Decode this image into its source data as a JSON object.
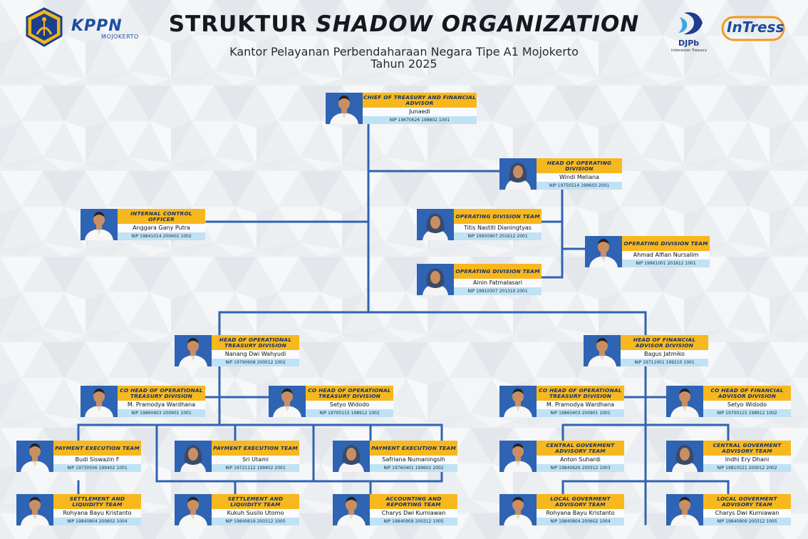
{
  "header": {
    "title_part1": "STRUKTUR",
    "title_part2": "SHADOW ORGANIZATION",
    "subtitle": "Kantor Pelayanan Perbendaharaan Negara Tipe A1 Mojokerto",
    "year": "Tahun 2025"
  },
  "logos": {
    "kppn_word": "KPPN",
    "kppn_city": "MOJOKERTO",
    "djpb_word": "DJPb",
    "djpb_sub": "Indonesian Treasury",
    "intress_word": "InTress"
  },
  "colors": {
    "connector": "#2f63b3",
    "title_box": "#f7b81e",
    "title_text": "#14306b",
    "nip_box": "#bfe2f4",
    "photo_bg": "#2f63b3"
  },
  "cards": [
    {
      "id": "chief",
      "title": "CHIEF OF TREASURY AND FINANCIAL ADVISOR",
      "name": "Junaedi",
      "nip": "NIP 19670626 198802 1001",
      "gender": "m"
    },
    {
      "id": "head-operating",
      "title": "HEAD OF OPERATING DIVISION",
      "name": "Windi Meliana",
      "nip": "NIP 19750514 199603 2001",
      "gender": "f"
    },
    {
      "id": "internal-control",
      "title": "INTERNAL CONTROL OFFICER",
      "name": "Anggara Gany Putra",
      "nip": "NIP 19841014 200602 1002",
      "gender": "m"
    },
    {
      "id": "op-team-titis",
      "title": "OPERATING DIVISION TEAM",
      "name": "Titis Nastiti Dianingtyas",
      "nip": "NIP 19950907 201612 2001",
      "gender": "f"
    },
    {
      "id": "op-team-ahmad",
      "title": "OPERATING DIVISION TEAM",
      "name": "Ahmad Alfian Nursalim",
      "nip": "NIP 19961001 201812 1001",
      "gender": "m"
    },
    {
      "id": "op-team-ainin",
      "title": "OPERATING DIVISION TEAM",
      "name": "Ainin Fatmalasari",
      "nip": "NIP 19910307 201310 2001",
      "gender": "f"
    },
    {
      "id": "head-opt",
      "title": "HEAD OF OPERATIONAL TREASURY DIVISION",
      "name": "Nanang Dwi Wahyudi",
      "nip": "NIP 19790608 200012 1002",
      "gender": "m"
    },
    {
      "id": "head-fa",
      "title": "HEAD OF FINANCIAL ADVISOR DIVISION",
      "name": "Bagus Jatmiko",
      "nip": "NIP 19711001 199210 1001",
      "gender": "m"
    },
    {
      "id": "cohead-opt-1",
      "title": "CO HEAD OF OPERATIONAL TREASURY DIVISION",
      "name": "M. Pramodya Wardhana",
      "nip": "NIP 19860403 200901 1001",
      "gender": "m"
    },
    {
      "id": "cohead-opt-2",
      "title": "CO HEAD OF OPERATIONAL TREASURY DIVISION",
      "name": "Setyo Widodo",
      "nip": "NIP 19700115 198912 1002",
      "gender": "m"
    },
    {
      "id": "cohead-opt-3",
      "title": "CO HEAD OF OPERATIONAL TREASURY DIVISION",
      "name": "M. Pramodya Wardhana",
      "nip": "NIP 19860403 200901 1001",
      "gender": "m"
    },
    {
      "id": "cohead-fa",
      "title": "CO HEAD OF FINANCIAL ADVISOR DIVISION",
      "name": "Setyo Widodo",
      "nip": "NIP 19700115 198912 1002",
      "gender": "m"
    },
    {
      "id": "pay-budi",
      "title": "PAYMENT EXECUTION TEAM",
      "name": "Budi Siswazin F",
      "nip": "NIP 19730506 199402 1001",
      "gender": "m"
    },
    {
      "id": "pay-sri",
      "title": "PAYMENT EXECUTION TEAM",
      "name": "Sri Utami",
      "nip": "NIP 19721112 199402 2001",
      "gender": "f"
    },
    {
      "id": "pay-safriana",
      "title": "PAYMENT EXECUTION TEAM",
      "name": "Safriana Numaningsih",
      "nip": "NIP 19760401 199602 2002",
      "gender": "f"
    },
    {
      "id": "central-anton",
      "title": "CENTRAL GOVERMENT ADVISORY TEAM",
      "name": "Anton Suhardi",
      "nip": "NIP 19840626 200312 1003",
      "gender": "m"
    },
    {
      "id": "central-indhi",
      "title": "CENTRAL GOVERMENT ADVISORY TEAM",
      "name": "Indhi Ery Dhani",
      "nip": "NIP 19810521 200012 2002",
      "gender": "f"
    },
    {
      "id": "settle-rohyana",
      "title": "SETTLEMENT AND LIQUIDITY TEAM",
      "name": "Rohyana Bayu Kristanto",
      "nip": "NIP 19840804 200602 1004",
      "gender": "m"
    },
    {
      "id": "settle-kukuh",
      "title": "SETTLEMENT AND LIQUIDITY TEAM",
      "name": "Kukuh Susilo Utomo",
      "nip": "NIP 19840619 200312 1005",
      "gender": "m"
    },
    {
      "id": "acct-charys",
      "title": "ACCOUNTING AND REPORTING TEAM",
      "name": "Charys Dwi Kurniawan",
      "nip": "NIP 19840909 200312 1005",
      "gender": "m"
    },
    {
      "id": "local-rohyana",
      "title": "LOCAL GOVERMENT ADVISORY TEAM",
      "name": "Rohyana Bayu Kristanto",
      "nip": "NIP 19840804 200602 1004",
      "gender": "m"
    },
    {
      "id": "local-charys",
      "title": "LOCAL GOVERMENT ADVISORY TEAM",
      "name": "Charys Dwi Kurniawan",
      "nip": "NIP 19840909 200312 1005",
      "gender": "m"
    }
  ]
}
